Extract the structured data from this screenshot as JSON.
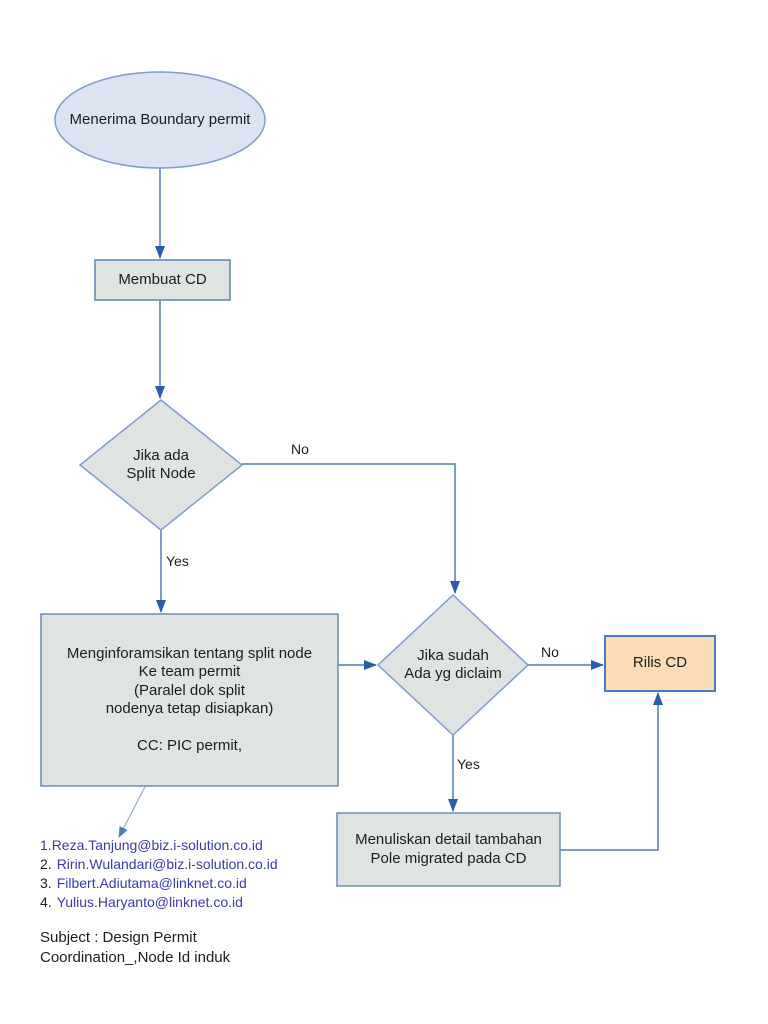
{
  "flowchart": {
    "nodes": {
      "start": {
        "label": "Menerima Boundary permit"
      },
      "membuat_cd": {
        "label": "Membuat CD"
      },
      "split_node_decision": {
        "label": "Jika ada\nSplit Node"
      },
      "inform_split_node": {
        "label": "Menginforamsikan tentang split node\nKe team permit\n(Paralel dok split\nnodenya tetap disiapkan)\n\nCC: PIC permit,"
      },
      "claim_decision": {
        "label": "Jika sudah\nAda yg diclaim"
      },
      "rilis_cd": {
        "label": "Rilis CD"
      },
      "detail_tambahan": {
        "label": "Menuliskan detail tambahan\nPole migrated pada CD"
      }
    },
    "edge_labels": {
      "split_no": "No",
      "split_yes": "Yes",
      "claim_no": "No",
      "claim_yes": "Yes"
    },
    "colors": {
      "connector": "#4f7cb6",
      "arrowhead": "#2a5ca8",
      "ellipse_fill": "#dce4f1",
      "ellipse_stroke": "#7e9dcc",
      "process_fill": "#dfe4e2",
      "process_stroke": "#5a83ba",
      "decision_fill": "#dfe4e3",
      "decision_stroke": "#7e9dcc",
      "release_fill": "#fbdcb6",
      "release_stroke": "#4a7bbd",
      "email_link": "#3a3ab0",
      "annotation_line": "#90aed6",
      "text": "#1d1d1d"
    }
  },
  "annotations": {
    "emails": [
      {
        "prefix": "1.",
        "address": "Reza.Tanjung@biz.i-solution.co.id"
      },
      {
        "prefix": "2.",
        "address": "Ririn.Wulandari@biz.i-solution.co.id"
      },
      {
        "prefix": "3.",
        "address": "Filbert.Adiutama@linknet.co.id"
      },
      {
        "prefix": "4.",
        "address": "Yulius.Haryanto@linknet.co.id"
      }
    ],
    "subject": "Subject : Design Permit\nCoordination_,Node Id induk"
  }
}
